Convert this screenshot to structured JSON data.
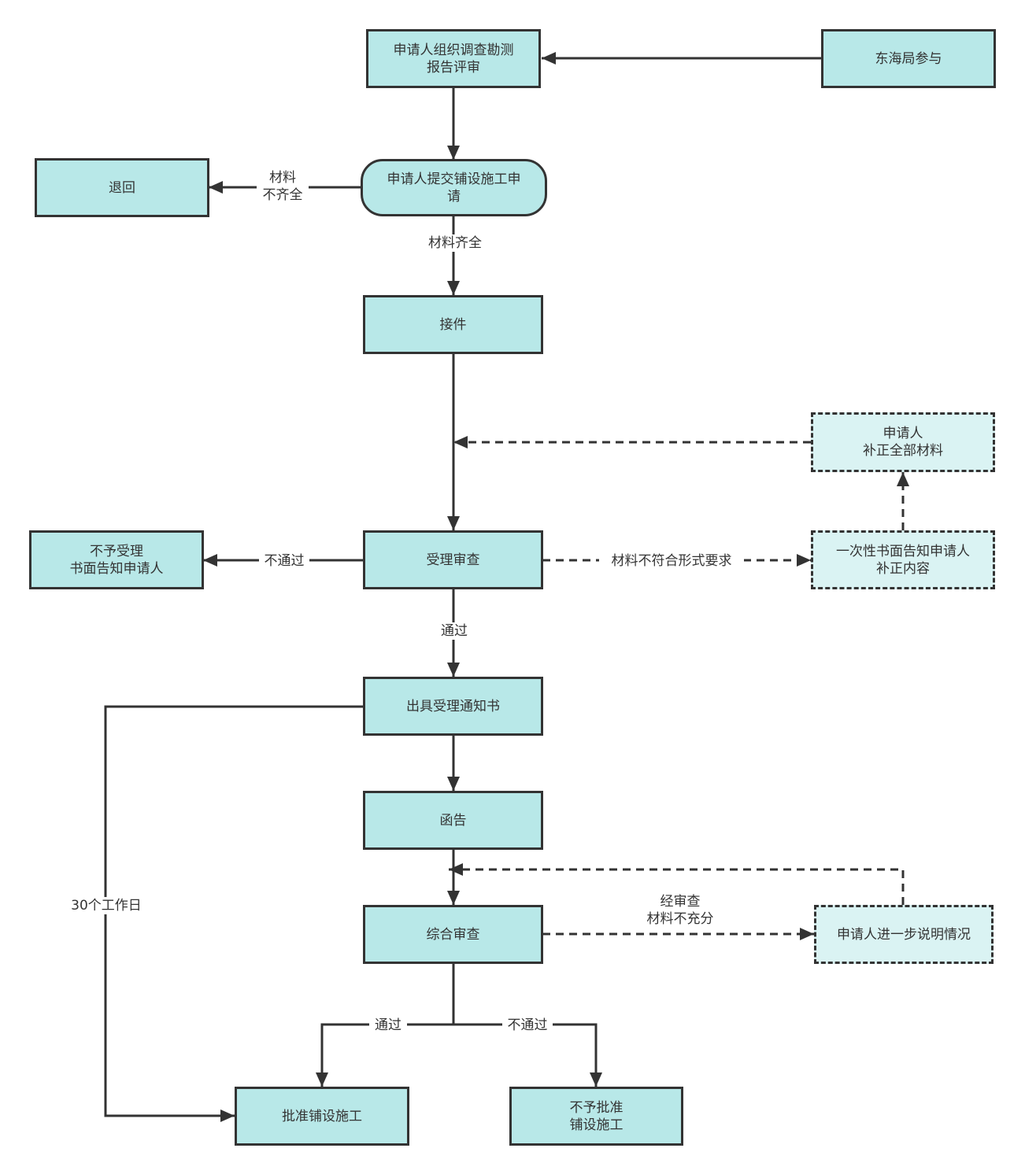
{
  "nodes": {
    "review_meeting": "申请人组织调查勘测\n报告评审",
    "donghai": "东海局参与",
    "submit": "申请人提交铺设施工申\n请",
    "return": "退回",
    "receive": "接件",
    "supplement": "申请人\n补正全部材料",
    "acceptance_review": "受理审查",
    "not_accepted": "不予受理\n书面告知申请人",
    "notify_once": "一次性书面告知申请人\n补正内容",
    "accept_notice": "出具受理通知书",
    "letter": "函告",
    "comprehensive_review": "综合审查",
    "explain": "申请人进一步说明情况",
    "approve": "批准铺设施工",
    "reject": "不予批准\n铺设施工"
  },
  "edge_labels": {
    "incomplete": "材料\n不齐全",
    "complete": "材料齐全",
    "not_pass_1": "不通过",
    "format_issue": "材料不符合形式要求",
    "pass_1": "通过",
    "insufficient": "经审查\n材料不充分",
    "days": "30个工作日",
    "pass_2": "通过",
    "not_pass_2": "不通过"
  },
  "colors": {
    "node_fill": "#b8e8e8",
    "dashed_fill": "#daf3f3",
    "stroke": "#333333"
  }
}
